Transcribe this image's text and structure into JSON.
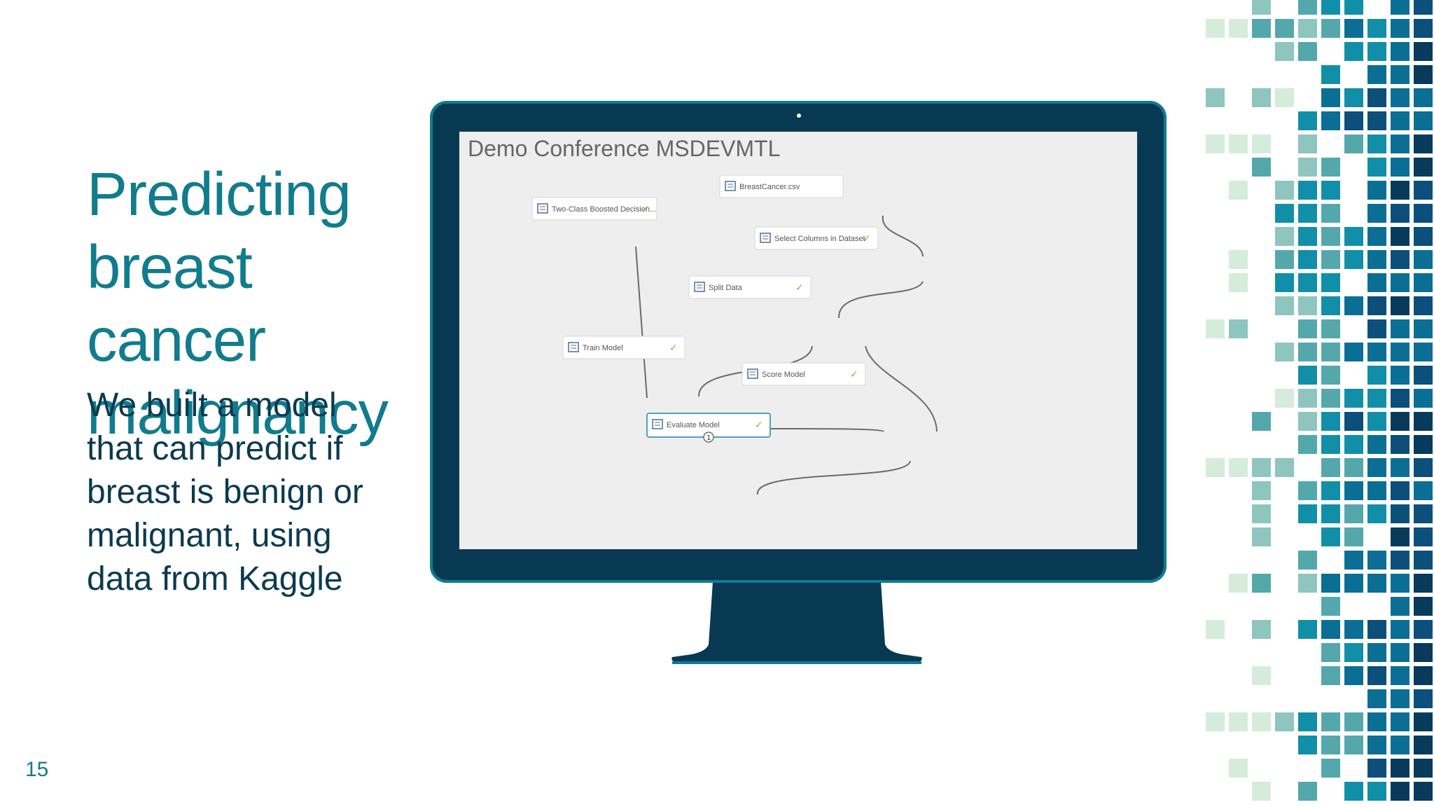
{
  "slide": {
    "title_lines": [
      "Predicting",
      "breast cancer",
      "malignancy"
    ],
    "body_lines": [
      "We built a model",
      "that can predict if",
      "breast is benign or",
      "malignant, using",
      "data from Kaggle"
    ],
    "page_number": "15"
  },
  "screen": {
    "experiment_title": "Demo Conference MSDEVMTL",
    "nodes": [
      {
        "label": "BreastCancer.csv",
        "icon": "dataset-icon",
        "status": ""
      },
      {
        "label": "Two-Class Boosted Decision...",
        "icon": "model-icon",
        "status": "✓"
      },
      {
        "label": "Select Columns in Dataset",
        "icon": "transform-icon",
        "status": "✓"
      },
      {
        "label": "Split Data",
        "icon": "transform-icon",
        "status": "✓"
      },
      {
        "label": "Train Model",
        "icon": "model-icon",
        "status": "✓"
      },
      {
        "label": "Score Model",
        "icon": "model-icon",
        "status": "✓"
      },
      {
        "label": "Evaluate Model",
        "icon": "model-icon",
        "status": "✓",
        "port_label": "1"
      }
    ]
  },
  "colors": {
    "title": "#117c8d",
    "body_text": "#0b3a50",
    "monitor": "#073a52",
    "monitor_edge": "#0d7d92",
    "check": "#8fb23a",
    "mosaic": [
      "#d5ecdb",
      "#8ec5bf",
      "#54a8ab",
      "#128fa8",
      "#0b6f95",
      "#0b4f7a",
      "#073a5b"
    ]
  }
}
